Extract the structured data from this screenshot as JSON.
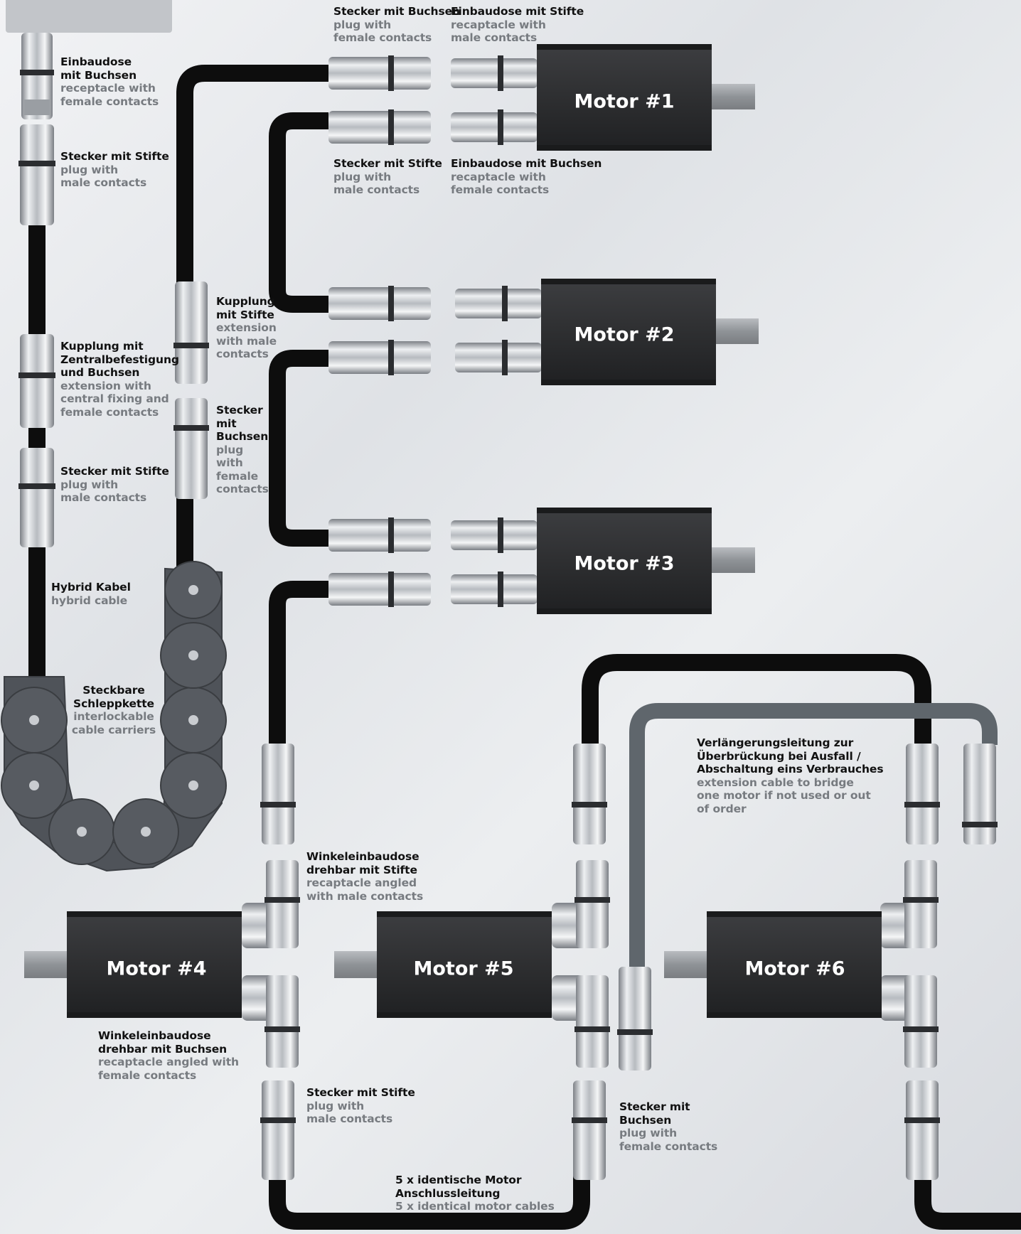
{
  "motors": [
    "Motor #1",
    "Motor #2",
    "Motor #3",
    "Motor #4",
    "Motor #5",
    "Motor #6"
  ],
  "labels": {
    "m1_top_left": {
      "de": "Stecker mit Buchsen",
      "en": [
        "plug with",
        "female contacts"
      ]
    },
    "m1_top_right": {
      "de": "Einbaudose mit Stifte",
      "en": [
        "recaptacle with",
        "male contacts"
      ]
    },
    "m1_bot_left": {
      "de": "Stecker mit Stifte",
      "en": [
        "plug with",
        "male contacts"
      ]
    },
    "m1_bot_right": {
      "de": "Einbaudose mit Buchsen",
      "en": [
        "recaptacle with",
        "female contacts"
      ]
    },
    "left_receptacle": {
      "de": [
        "Einbaudose",
        "mit Buchsen"
      ],
      "en": [
        "receptacle with",
        "female contacts"
      ]
    },
    "left_plug1": {
      "de": "Stecker mit Stifte",
      "en": [
        "plug with",
        "male contacts"
      ]
    },
    "left_coupling": {
      "de": [
        "Kupplung mit",
        "Zentralbefestigung",
        "und Buchsen"
      ],
      "en": [
        "extension with",
        "central fixing and",
        "female contacts"
      ]
    },
    "left_plug2": {
      "de": "Stecker mit Stifte",
      "en": [
        "plug with",
        "male contacts"
      ]
    },
    "hybrid": {
      "de": "Hybrid Kabel",
      "en": "hybrid cable"
    },
    "carrier": {
      "de": [
        "Steckbare",
        "Schleppkette"
      ],
      "en": [
        "interlockable",
        "cable carriers"
      ]
    },
    "mid_coupling": {
      "de": [
        "Kupplung",
        "mit Stifte"
      ],
      "en": [
        "extension",
        "with male",
        "contacts"
      ]
    },
    "mid_plug": {
      "de": [
        "Stecker",
        "mit",
        "Buchsen"
      ],
      "en": [
        "plug",
        "with",
        "female",
        "contacts"
      ]
    },
    "angled_male": {
      "de": [
        "Winkeleinbaudose",
        "drehbar mit Stifte"
      ],
      "en": [
        "recaptacle angled",
        "with male contacts"
      ]
    },
    "angled_female": {
      "de": [
        "Winkeleinbaudose",
        "drehbar mit Buchsen"
      ],
      "en": [
        "recaptacle angled with",
        "female contacts"
      ]
    },
    "bottom_plug_male": {
      "de": "Stecker mit Stifte",
      "en": [
        "plug with",
        "male contacts"
      ]
    },
    "bottom_plug_female": {
      "de": [
        "Stecker mit",
        "Buchsen"
      ],
      "en": [
        "plug with",
        "female contacts"
      ]
    },
    "motor_cables": {
      "de": [
        "5 x identische Motor",
        "Anschlussleitung"
      ],
      "en": "5 x identical motor cables"
    },
    "extension": {
      "de": [
        "Verlängerungsleitung zur",
        "Überbrückung bei Ausfall /",
        "Abschaltung eins Verbrauches"
      ],
      "en": [
        "extension cable to bridge",
        "one motor if not used or out",
        "of order"
      ]
    }
  },
  "colors": {
    "cable": "#0d0d0d",
    "gray_cable": "#5f666c",
    "motor": "#2f3032",
    "carrier": "#4f5359"
  }
}
